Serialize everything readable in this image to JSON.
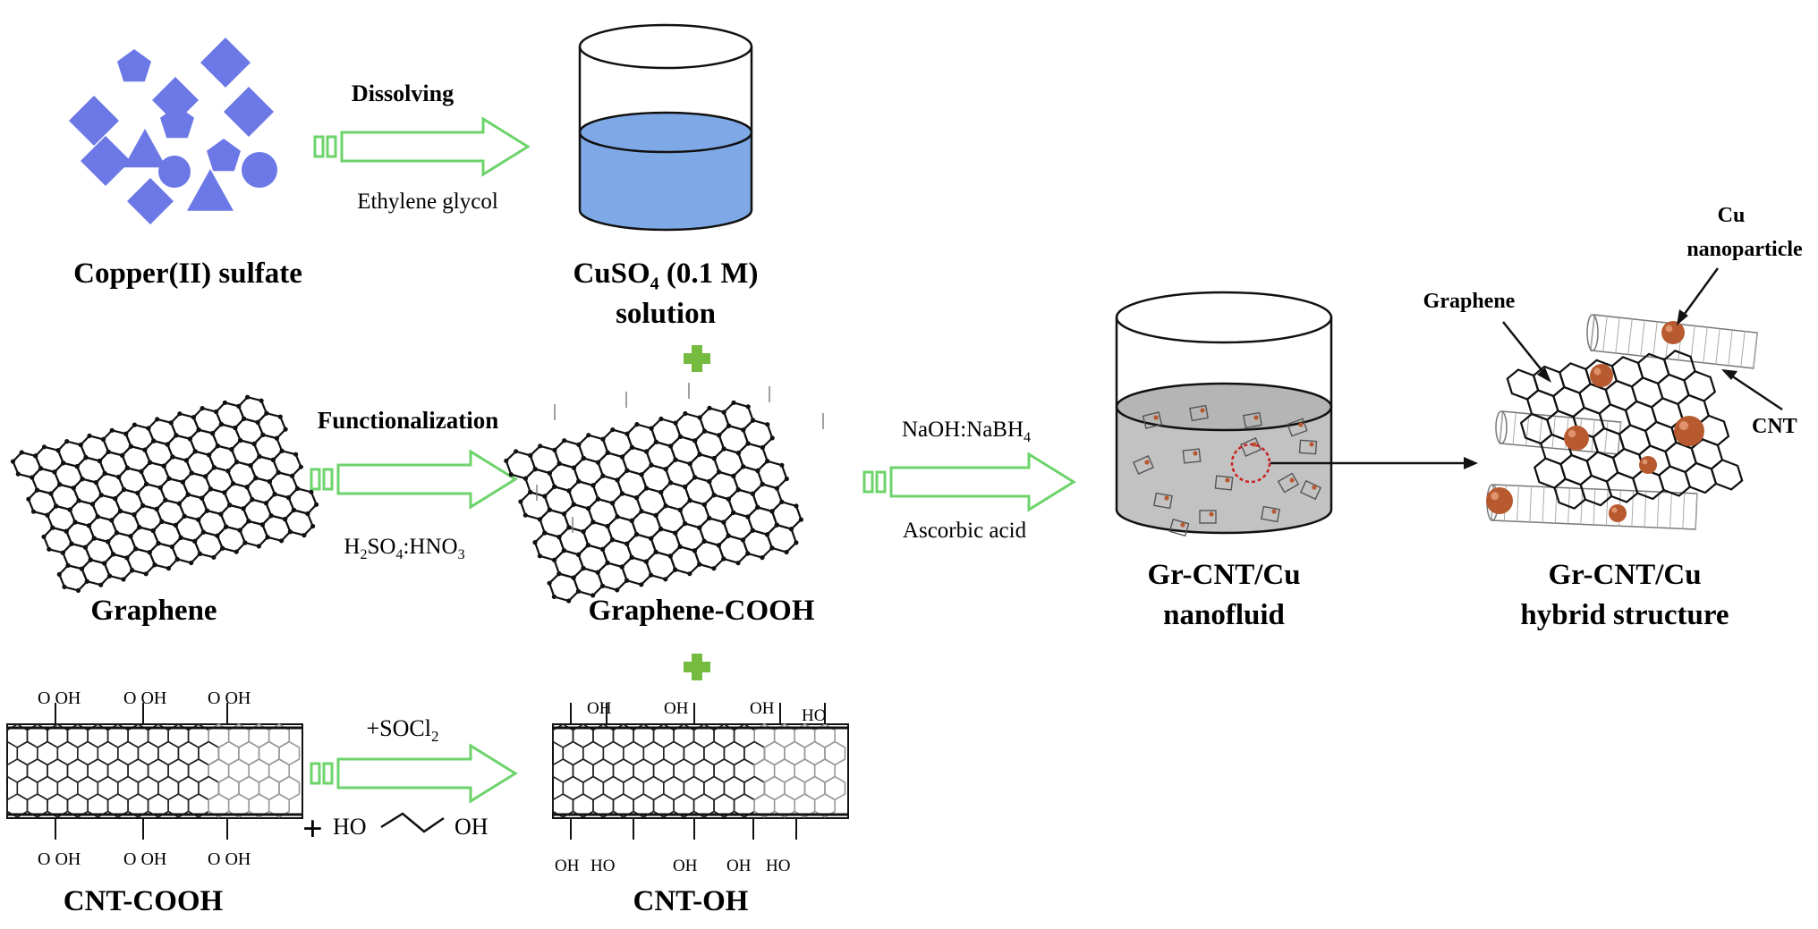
{
  "colors": {
    "crystal": "#6b78e6",
    "solution": "#7fa9e6",
    "arrow": "#6dd36b",
    "plus": "#74bb3f",
    "nanofluid": "#c2c2c2",
    "copper": "#b85a30",
    "lattice": "#111111"
  },
  "labels": {
    "copper_sulfate": "Copper(II) sulfate",
    "dissolving": "Dissolving",
    "ethylene_glycol": "Ethylene glycol",
    "cuso4_main": "CuSO",
    "cuso4_sub": "4",
    "cuso4_tail": " (0.1 M)",
    "solution": "solution",
    "functionalization": "Functionalization",
    "acid_h": "H",
    "acid_2": "2",
    "acid_so": "SO",
    "acid_4": "4",
    "acid_hno": ":HNO",
    "acid_3": "3",
    "graphene": "Graphene",
    "graphene_cooh": "Graphene-COOH",
    "naoh_main": "NaOH:NaBH",
    "naoh_sub": "4",
    "ascorbic": "Ascorbic acid",
    "nanofluid_line1": "Gr-CNT/Cu",
    "nanofluid_line2": "nanofluid",
    "hybrid_line1": "Gr-CNT/Cu",
    "hybrid_line2": "hybrid structure",
    "callout_cu_line1": "Cu",
    "callout_cu_line2": "nanoparticle",
    "callout_graphene": "Graphene",
    "callout_cnt": "CNT",
    "socl2_main": "+SOCl",
    "socl2_sub": "2",
    "plus_sign": "+",
    "glycol_ho": "HO",
    "glycol_oh": "OH",
    "cnt_cooh": "CNT-COOH",
    "cnt_oh": "CNT-OH",
    "oh": "OH",
    "ho": "HO",
    "o": "O"
  }
}
